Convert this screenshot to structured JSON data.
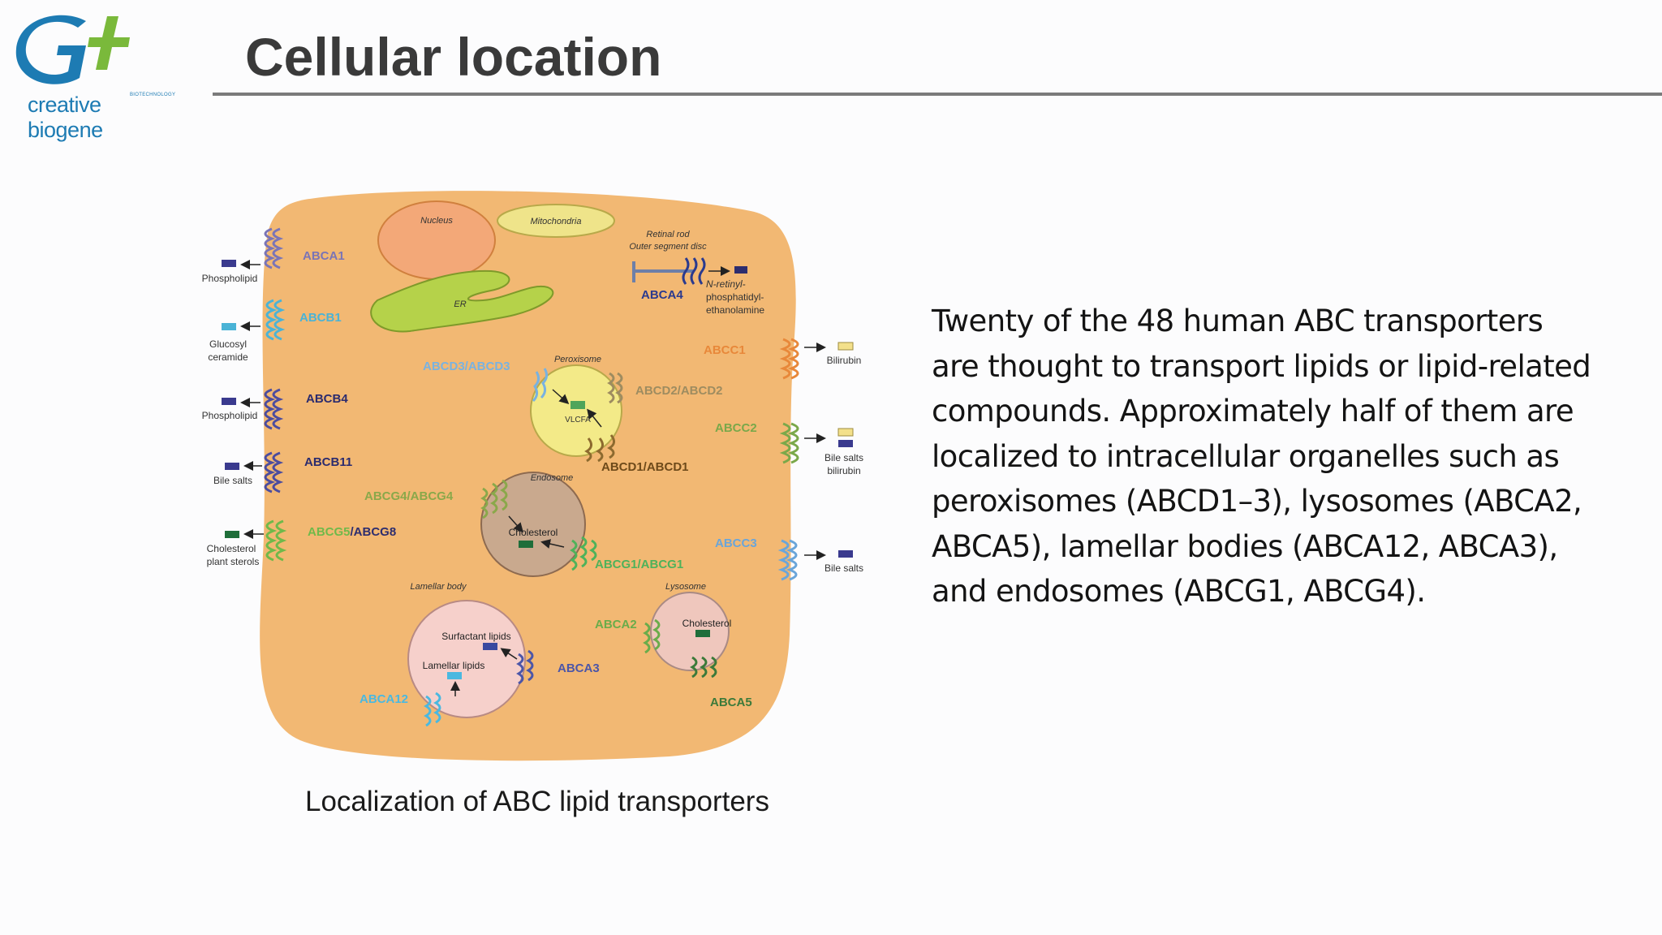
{
  "logo": {
    "text": "creative biogene",
    "small_text": "BIOTECHNOLOGY"
  },
  "slide": {
    "title": "Cellular location",
    "caption": "Localization of ABC lipid transporters",
    "body_lines": [
      "Twenty of the 48 human ABC transporters",
      "are thought to transport lipids or lipid-related",
      "compounds. Approximately half of them are",
      "localized to intracellular organelles such as",
      "peroxisomes (ABCD1–3), lysosomes (ABCA2,",
      "ABCA5), lamellar bodies (ABCA12, ABCA3),",
      "and endosomes (ABCG1, ABCG4)."
    ]
  },
  "diagram": {
    "organelles": {
      "nucleus": "Nucleus",
      "mitochondria": "Mitochondria",
      "er": "ER",
      "retinal": [
        "Retinal rod",
        "Outer segment disc"
      ],
      "peroxisome": "Peroxisome",
      "endosome": "Endosome",
      "lamellar_body": "Lamellar body",
      "lysosome": "Lysosome"
    },
    "transporters": {
      "abca1": "ABCA1",
      "abcb1": "ABCB1",
      "abcb4": "ABCB4",
      "abcb11": "ABCB11",
      "abcg5": "ABCG5",
      "abcg8": "/ABCG8",
      "abca4": "ABCA4",
      "abcc1": "ABCC1",
      "abcc2": "ABCC2",
      "abcc3": "ABCC3",
      "abcd3": "ABCD3/ABCD3",
      "abcd2": "ABCD2/ABCD2",
      "abcd1": "ABCD1/ABCD1",
      "abcg4": "ABCG4/ABCG4",
      "abcg1": "ABCG1/ABCG1",
      "abca2": "ABCA2",
      "abca3": "ABCA3",
      "abca5": "ABCA5",
      "abca12": "ABCA12"
    },
    "substrates": {
      "phospholipid_1": "Phospholipid",
      "glucosyl": [
        "Glucosyl",
        "ceramide"
      ],
      "phospholipid_2": "Phospholipid",
      "bile_salts_left": "Bile salts",
      "cholesterol_left": [
        "Cholesterol",
        "plant sterols"
      ],
      "nretinyl": [
        "N-retinyl-",
        "phosphatidyl-",
        "ethanolamine"
      ],
      "bilirubin": "Bilirubin",
      "bile_bilirubin": [
        "Bile salts",
        "bilirubin"
      ],
      "bile_salts_right": "Bile salts",
      "vlcfa": "VLCFA",
      "cholesterol_endo": "Cholesterol",
      "surfactant": "Surfactant lipids",
      "lamellar": "Lamellar lipids",
      "cholesterol_lyso": "Cholesterol"
    },
    "colors": {
      "cell": "#f2b873",
      "nucleus": "#f3a878",
      "mitochondria": "#efe48a",
      "er": "#b5d24a",
      "peroxisome": "#f3ea88",
      "endosome": "#c9a98e",
      "lamellar": "#f6d0cb",
      "lysosome": "#efc7bd",
      "abca1": "#7a74b6",
      "abcb1": "#4ab3d6",
      "abcb4": "#4c4c9e",
      "abcg5": "#6fb94a",
      "abcg8": "#2d2d6e",
      "abcc": "#e8883a",
      "abcc2": "#7aa84a",
      "abcc3": "#6aa5d9",
      "abcd3": "#79b2e0",
      "abcd2": "#9e8c60",
      "abcd1": "#8d6a2f",
      "abcg4": "#8aa84a",
      "abcg1": "#4fb25a",
      "abca2": "#6aac4a",
      "abca3": "#4c56a8",
      "abca5": "#3c7a3a",
      "abca12": "#4ab8e0"
    }
  }
}
